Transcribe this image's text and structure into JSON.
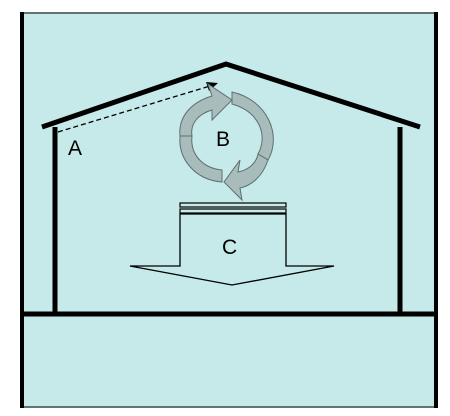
{
  "colors": {
    "background": "#c6e9e9",
    "line": "#000000",
    "arrow_fill": "#a9bcbc",
    "arrow_stroke": "#5f6f6f",
    "page": "#ffffff"
  },
  "labels": {
    "a": "A",
    "b": "B",
    "c": "C"
  }
}
